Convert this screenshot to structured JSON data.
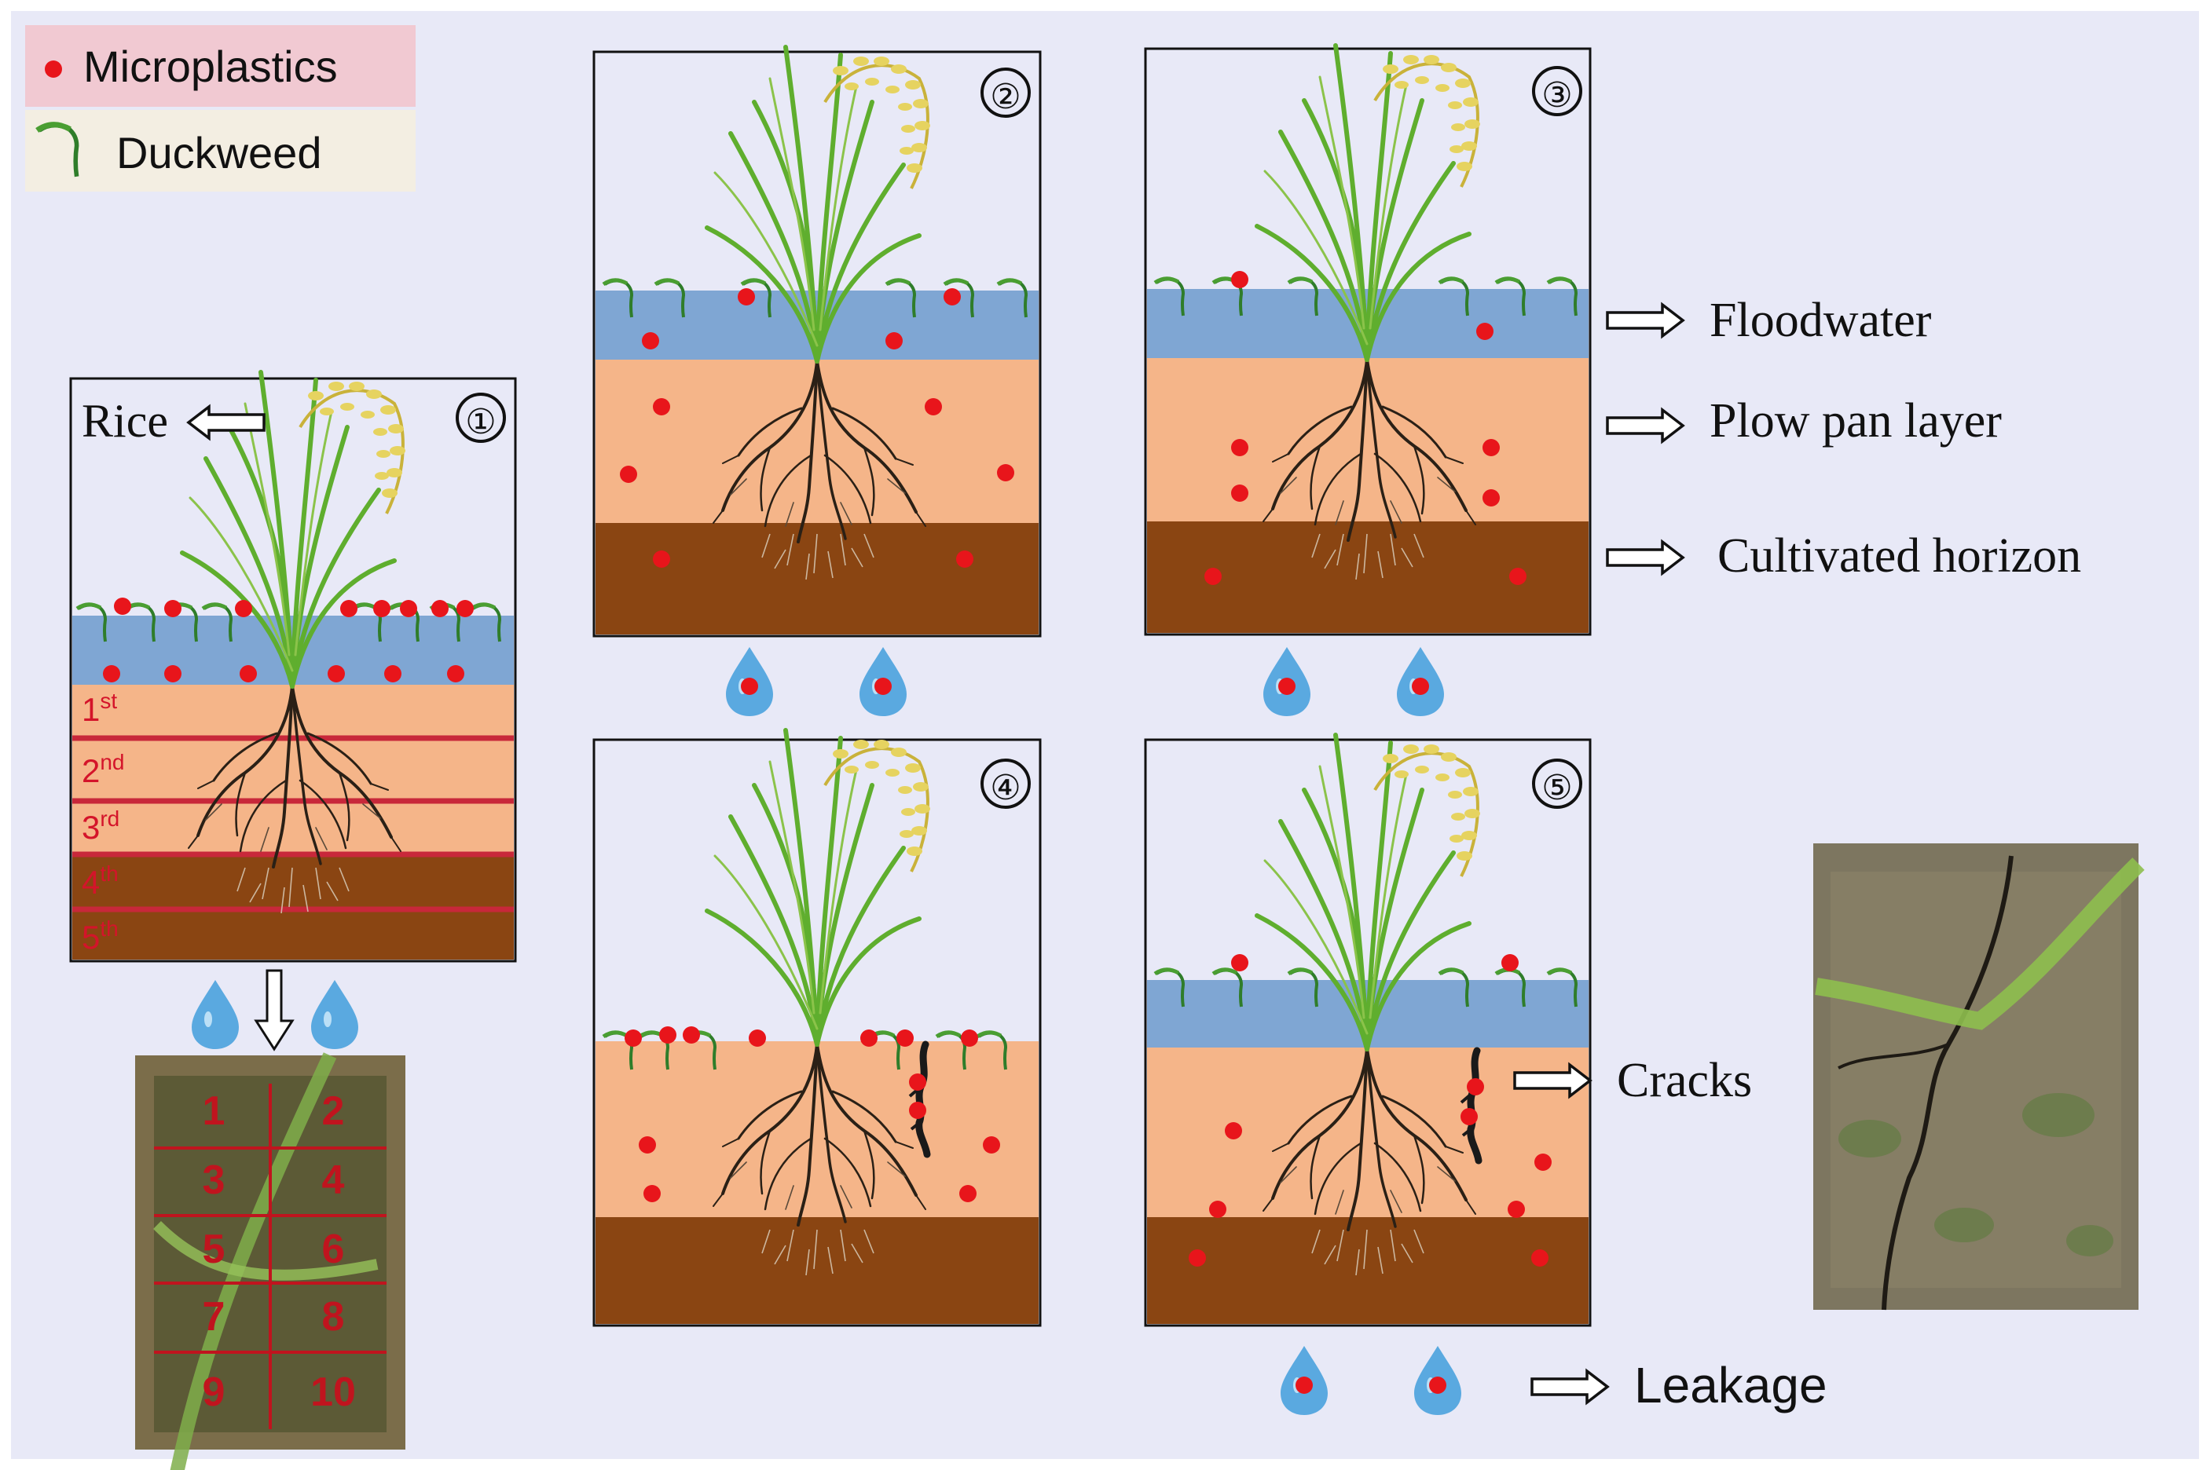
{
  "legend": {
    "microplastics_label": "Microplastics",
    "duckweed_label": "Duckweed"
  },
  "panels": [
    {
      "number": "①",
      "rice_label": "Rice"
    },
    {
      "number": "②"
    },
    {
      "number": "③"
    },
    {
      "number": "④"
    },
    {
      "number": "⑤"
    }
  ],
  "layers": [
    "1st",
    "2nd",
    "3rd",
    "4th",
    "5th"
  ],
  "layer_labels": {
    "floodwater": "Floodwater",
    "plow_pan": "Plow pan layer",
    "cultivated": "Cultivated horizon",
    "cracks": "Cracks",
    "leakage": "Leakage"
  },
  "grid_numbers": [
    "1",
    "2",
    "3",
    "4",
    "5",
    "6",
    "7",
    "8",
    "9",
    "10"
  ],
  "colors": {
    "background": "#e8e9f7",
    "microplastic": "#e8151b",
    "water": "#7fa6d3",
    "plow_pan": "#f5b589",
    "cultivated": "#8a4512",
    "layer_line": "#c8283a",
    "legend_mp_bg": "#f1c9d2",
    "legend_dw_bg": "#f3eee2"
  }
}
